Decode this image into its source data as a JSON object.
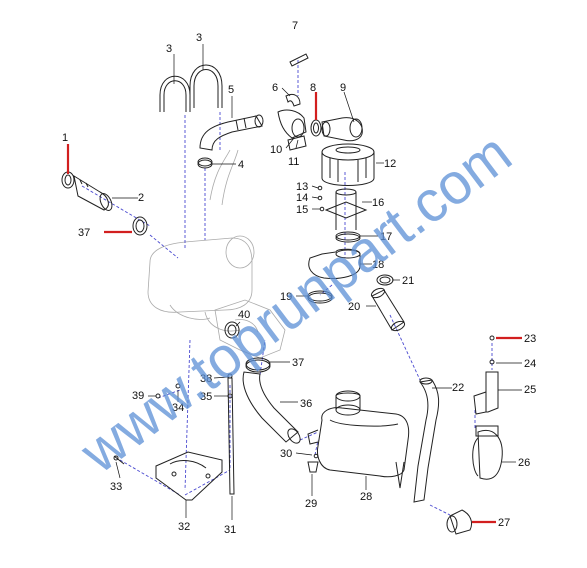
{
  "diagram": {
    "watermark": "www.toprunpart.com",
    "callouts": [
      {
        "id": "c1",
        "num": "1",
        "hl": true
      },
      {
        "id": "c2",
        "num": "2",
        "hl": false
      },
      {
        "id": "c3a",
        "num": "3",
        "hl": false
      },
      {
        "id": "c3b",
        "num": "3",
        "hl": false
      },
      {
        "id": "c4",
        "num": "4",
        "hl": false
      },
      {
        "id": "c5",
        "num": "5",
        "hl": false
      },
      {
        "id": "c6",
        "num": "6",
        "hl": false
      },
      {
        "id": "c7",
        "num": "7",
        "hl": false
      },
      {
        "id": "c8",
        "num": "8",
        "hl": true
      },
      {
        "id": "c9",
        "num": "9",
        "hl": false
      },
      {
        "id": "c10",
        "num": "10",
        "hl": false
      },
      {
        "id": "c11",
        "num": "11",
        "hl": false
      },
      {
        "id": "c12",
        "num": "12",
        "hl": false
      },
      {
        "id": "c13",
        "num": "13",
        "hl": false
      },
      {
        "id": "c14",
        "num": "14",
        "hl": false
      },
      {
        "id": "c15",
        "num": "15",
        "hl": false
      },
      {
        "id": "c16",
        "num": "16",
        "hl": false
      },
      {
        "id": "c17",
        "num": "17",
        "hl": false
      },
      {
        "id": "c18",
        "num": "18",
        "hl": false
      },
      {
        "id": "c19",
        "num": "19",
        "hl": false
      },
      {
        "id": "c20",
        "num": "20",
        "hl": false
      },
      {
        "id": "c21",
        "num": "21",
        "hl": false
      },
      {
        "id": "c22",
        "num": "22",
        "hl": false
      },
      {
        "id": "c23",
        "num": "23",
        "hl": true
      },
      {
        "id": "c24",
        "num": "24",
        "hl": false
      },
      {
        "id": "c25",
        "num": "25",
        "hl": false
      },
      {
        "id": "c26",
        "num": "26",
        "hl": false
      },
      {
        "id": "c27",
        "num": "27",
        "hl": true
      },
      {
        "id": "c28",
        "num": "28",
        "hl": false
      },
      {
        "id": "c29",
        "num": "29",
        "hl": false
      },
      {
        "id": "c30",
        "num": "30",
        "hl": false
      },
      {
        "id": "c31",
        "num": "31",
        "hl": false
      },
      {
        "id": "c32",
        "num": "32",
        "hl": false
      },
      {
        "id": "c33",
        "num": "33",
        "hl": false
      },
      {
        "id": "c34",
        "num": "34",
        "hl": false
      },
      {
        "id": "c35",
        "num": "35",
        "hl": false
      },
      {
        "id": "c36",
        "num": "36",
        "hl": false
      },
      {
        "id": "c37a",
        "num": "37",
        "hl": true
      },
      {
        "id": "c37b",
        "num": "37",
        "hl": false
      },
      {
        "id": "c38",
        "num": "38",
        "hl": false
      },
      {
        "id": "c39",
        "num": "39",
        "hl": false
      },
      {
        "id": "c40",
        "num": "40",
        "hl": false
      }
    ]
  }
}
